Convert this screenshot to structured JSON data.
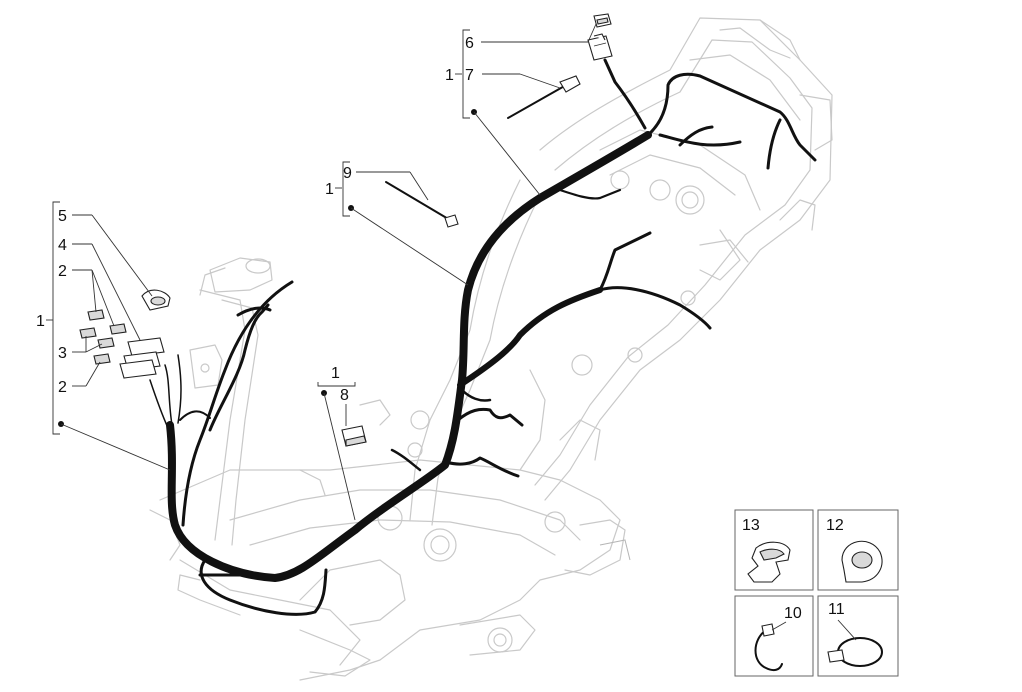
{
  "callouts": {
    "c6": "6",
    "c7": "7",
    "c1_top": "1",
    "c9": "9",
    "c1_mid": "1",
    "c5": "5",
    "c4": "4",
    "c2_a": "2",
    "c1_left": "1",
    "c3": "3",
    "c2_b": "2",
    "c1_small": "1",
    "c8": "8",
    "c13": "13",
    "c12": "12",
    "c10": "10",
    "c11": "11"
  },
  "colors": {
    "harness": "#111111",
    "frame": "#c9c9c9",
    "text": "#111111"
  }
}
